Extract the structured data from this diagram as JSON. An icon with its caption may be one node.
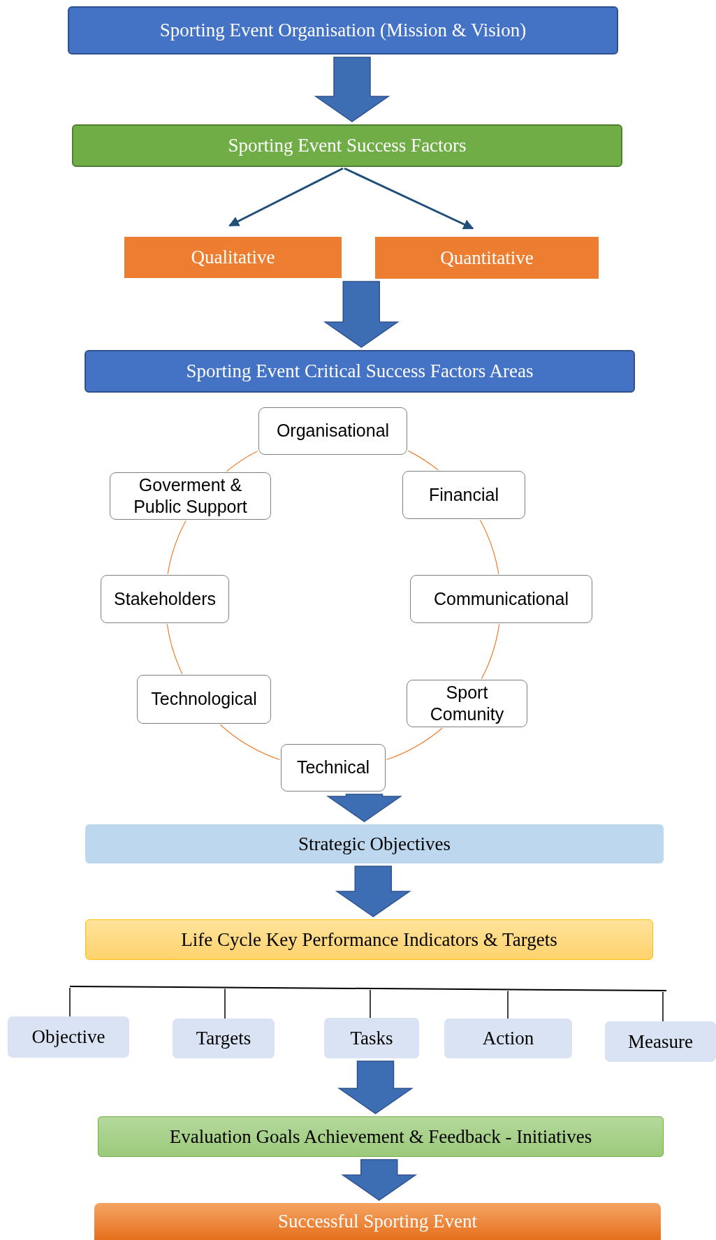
{
  "diagram": {
    "nodes": [
      {
        "text": [
          "Sporting Event Organisation (Mission & Vision)"
        ]
      },
      {
        "text": [
          "Sporting Event Success Factors"
        ]
      },
      {
        "text": [
          "Qualitative"
        ]
      },
      {
        "text": [
          "Quantitative"
        ]
      },
      {
        "text": [
          "Sporting Event Critical Success Factors Areas"
        ]
      },
      {
        "text": [
          "Organisational"
        ]
      },
      {
        "text": [
          "Goverment & Public Support"
        ]
      },
      {
        "text": [
          "Financial"
        ]
      },
      {
        "text": [
          "Stakeholders"
        ]
      },
      {
        "text": [
          "Communicational"
        ]
      },
      {
        "text": [
          "Technological"
        ]
      },
      {
        "text": [
          "Sport Comunity"
        ]
      },
      {
        "text": [
          "Technical"
        ]
      },
      {
        "text": [
          "Strategic Objectives"
        ]
      },
      {
        "text": [
          "Life Cycle Key Performance Indicators & Targets"
        ]
      },
      {
        "text": [
          "Objective"
        ]
      },
      {
        "text": [
          "Targets"
        ]
      },
      {
        "text": [
          "Tasks"
        ]
      },
      {
        "text": [
          "Action"
        ]
      },
      {
        "text": [
          "Measure"
        ]
      },
      {
        "text": [
          "Evaluation Goals Achievement & Feedback - Initiatives"
        ]
      },
      {
        "text": [
          "Successful Sporting Event"
        ]
      }
    ],
    "edges": [
      {
        "from": 0,
        "to": 1,
        "arrow": "to",
        "style": "thick",
        "color": "#3d6eb4"
      },
      {
        "from": 1,
        "to": 2,
        "arrow": "to",
        "color": "#1f4e79"
      },
      {
        "from": 1,
        "to": 3,
        "arrow": "to",
        "color": "#1f4e79"
      },
      {
        "from": 2,
        "to": 4,
        "arrow": "to",
        "style": "thick",
        "color": "#3d6eb4"
      },
      {
        "from": 3,
        "to": 4,
        "arrow": "to",
        "style": "thick",
        "color": "#3d6eb4"
      },
      {
        "from": 5,
        "to": 7,
        "arrow": "none"
      },
      {
        "from": 7,
        "to": 9,
        "arrow": "none"
      },
      {
        "from": 9,
        "to": 11,
        "arrow": "none"
      },
      {
        "from": 11,
        "to": 12,
        "arrow": "none"
      },
      {
        "from": 12,
        "to": 10,
        "arrow": "none"
      },
      {
        "from": 10,
        "to": 8,
        "arrow": "none"
      },
      {
        "from": 8,
        "to": 6,
        "arrow": "none"
      },
      {
        "from": 6,
        "to": 5,
        "arrow": "none"
      },
      {
        "from": 12,
        "to": 13,
        "arrow": "to",
        "style": "thick",
        "color": "#3d6eb4"
      },
      {
        "from": 13,
        "to": 14,
        "arrow": "to",
        "style": "thick",
        "color": "#3d6eb4"
      },
      {
        "from": null,
        "to": 15,
        "arrow": "none",
        "color": "#000000"
      },
      {
        "from": null,
        "to": 16,
        "arrow": "none",
        "color": "#000000"
      },
      {
        "from": null,
        "to": 17,
        "arrow": "none",
        "color": "#000000"
      },
      {
        "from": null,
        "to": 18,
        "arrow": "none",
        "color": "#000000"
      },
      {
        "from": null,
        "to": 19,
        "arrow": "none",
        "color": "#000000"
      },
      {
        "from": 17,
        "to": 20,
        "arrow": "to",
        "style": "thick",
        "color": "#3d6eb4"
      },
      {
        "from": 20,
        "to": 21,
        "arrow": "to",
        "style": "thick",
        "color": "#3d6eb4"
      }
    ]
  }
}
